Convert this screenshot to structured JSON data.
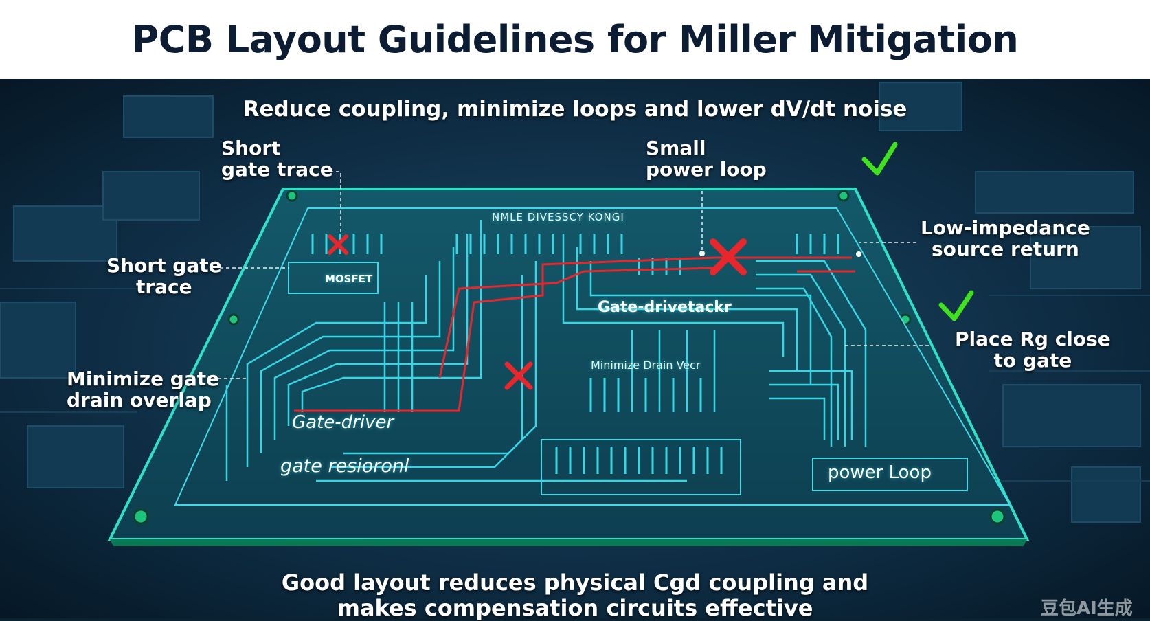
{
  "title": "PCB Layout Guidelines for Miller Mitigation",
  "subtitle": "Reduce coupling, minimize loops and lower dV/dt noise",
  "callouts": {
    "short_gate_trace_top": [
      "Short",
      "gate trace"
    ],
    "small_power_loop": [
      "Small",
      "power loop"
    ],
    "low_impedance_source_return": [
      "Low-impedance",
      "source return"
    ],
    "short_gate_trace_left": [
      "Short gate",
      "trace"
    ],
    "place_rg_close_to_gate": [
      "Place Rg close",
      "to gate"
    ],
    "minimize_gate_drain_overlap": [
      "Minimize gate",
      "drain overlap"
    ]
  },
  "board_labels": {
    "header": "NMLE DIVESSCY KONGI",
    "mosfet": "MOSFET",
    "gate_driver_center": "Gate-drivetackr",
    "minimize_drain": "Minimize Drain Vecr",
    "gate_driver_lower": "Gate-driver",
    "gate_resistor": "gate resioronl",
    "power_loop_box": "power Loop"
  },
  "footer": [
    "Good layout reduces physical Cgd coupling and",
    "makes compensation circuits effective"
  ],
  "watermark": "豆包AI生成",
  "colors": {
    "title_text": "#0c1d33",
    "trace": "#37d6e4",
    "bad_marker": "#e8262b",
    "good_marker": "#3fe21c",
    "board": "#0f4a5a"
  }
}
